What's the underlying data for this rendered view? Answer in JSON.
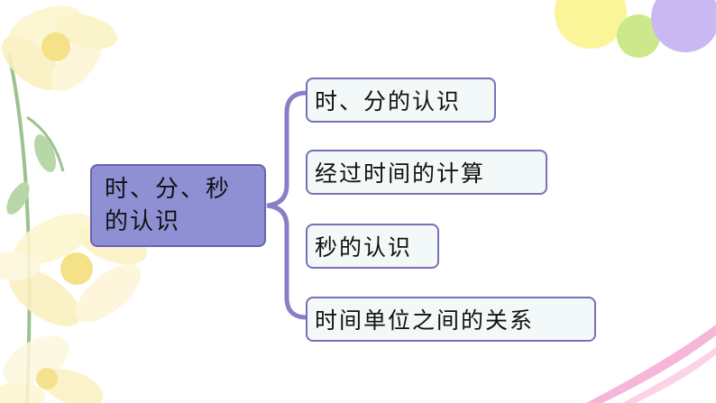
{
  "diagram": {
    "root": {
      "line1": "时、分、秒",
      "line2": "的认识"
    },
    "children": [
      {
        "label": "时、分的认识"
      },
      {
        "label": "经过时间的计算"
      },
      {
        "label": "秒的认识"
      },
      {
        "label": "时间单位之间的关系"
      }
    ]
  },
  "colors": {
    "root_fill": "#8f8fd4",
    "node_border": "#7a6fb8",
    "child_fill": "#f3f9f8",
    "brace": "#8a7fc6"
  }
}
